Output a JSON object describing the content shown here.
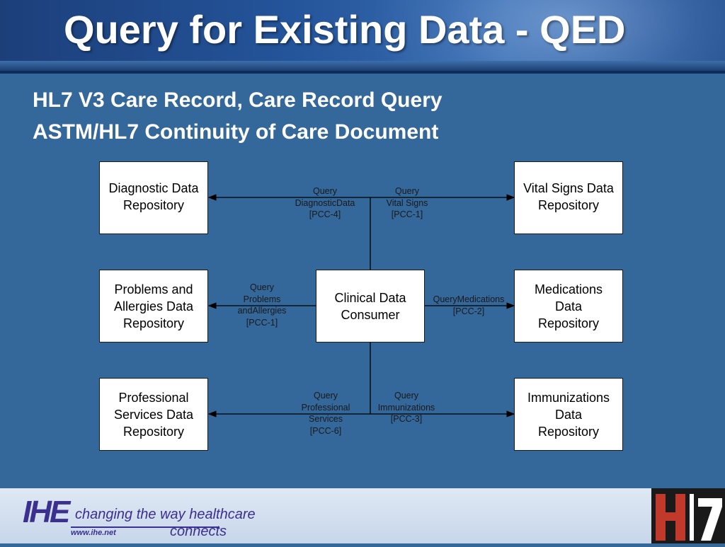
{
  "slide": {
    "title": "Query for Existing Data - QED",
    "subtitle_lines": [
      "HL7 V3 Care Record, Care Record Query",
      "ASTM/HL7 Continuity of Care Document"
    ]
  },
  "diagram": {
    "boxes": {
      "diagnostic": [
        "Diagnostic Data",
        "Repository"
      ],
      "vital_signs": [
        "Vital Signs Data",
        "Repository"
      ],
      "problems": [
        "Problems and",
        "Allergies Data",
        "Repository"
      ],
      "consumer": [
        "Clinical Data",
        "Consumer"
      ],
      "medications": [
        "Medications",
        "Data",
        "Repository"
      ],
      "professional": [
        "Professional",
        "Services Data",
        "Repository"
      ],
      "immunizations": [
        "Immunizations",
        "Data",
        "Repository"
      ]
    },
    "labels": {
      "diagnostic": "Query\nDiagnosticData\n[PCC-4]",
      "vital_signs": "Query\nVital Signs\n[PCC-1]",
      "problems": "Query\nProblems\nandAllergies\n[PCC-1]",
      "medications": "QueryMedications\n[PCC-2]",
      "professional": "Query\nProfessional\nServices\n[PCC-6]",
      "immunizations": "Query\nImmunizations\n[PCC-3]"
    }
  },
  "footer": {
    "ihe_logo": "IHE",
    "ihe_url": "www.ihe.net",
    "tagline_line1": "changing the way healthcare",
    "tagline_line2": "connects",
    "hl7_logo": "HL7"
  },
  "colors": {
    "background": "#34679a",
    "box_fill": "#ffffff",
    "line": "#000000",
    "ihe_purple": "#3b2f8f",
    "hl7_red": "#c0392b"
  }
}
